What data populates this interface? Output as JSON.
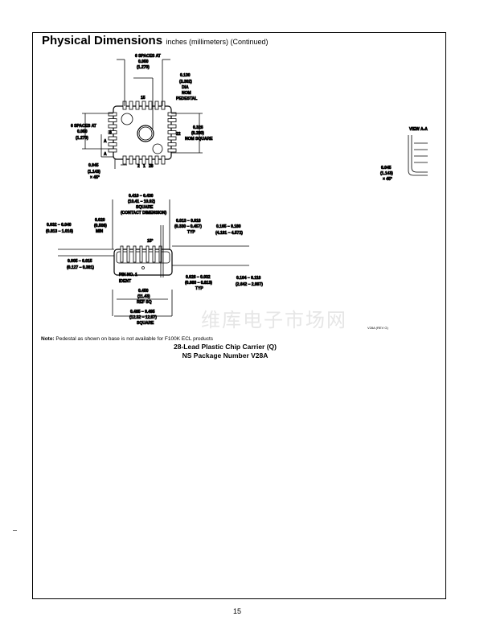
{
  "header": {
    "title": "Physical Dimensions",
    "subtitle": "inches (millimeters) (Continued)"
  },
  "top_view": {
    "spaces_top": [
      "6 SPACES AT",
      "0.050",
      "(1.270)"
    ],
    "pedestal": [
      "0.130",
      "(3.302)",
      "DIA",
      "NOM",
      "PEDESTAL"
    ],
    "spaces_left": [
      "6 SPACES AT",
      "0.050",
      "(1.270)"
    ],
    "nom_square": [
      "0.326",
      "(8.280)",
      "NOM SQUARE"
    ],
    "chamfer": [
      "0.045",
      "(1.143)",
      "× 45°"
    ],
    "pins": {
      "p15": "15",
      "p8": "8",
      "p22": "22",
      "p2": "2",
      "p1": "1",
      "p28": "28"
    },
    "section": "A"
  },
  "view_aa": {
    "label": "VIEW A-A",
    "chamfer": [
      "0.045",
      "(1.143)",
      "× 45°"
    ]
  },
  "side_view": {
    "contact": [
      "0.410 – 0.430",
      "(10.41 – 10.92)",
      "SQUARE",
      "(CONTACT DIMENSION)"
    ],
    "d1": [
      "0.032 – 0.040",
      "(0.813 – 1.016)"
    ],
    "d2": [
      "0.020",
      "(0.508)",
      "MIN"
    ],
    "d3": [
      "0.013 – 0.018",
      "(0.330 – 0.457)",
      "TYP"
    ],
    "d4": [
      "0.165 – 0.180",
      "(4.191 – 4.572)"
    ],
    "angle": "15°",
    "d5": [
      "0.005 – 0.015",
      "(0.127 – 0.381)"
    ],
    "pin_ident": [
      "PIN NO. 1",
      "IDENT"
    ],
    "d6": [
      "0.026 – 0.032",
      "(0.660 – 0.813)",
      "TYP"
    ],
    "d7": [
      "0.104 – 0.118",
      "(2.642 – 2.997)"
    ],
    "d8": [
      "0.450",
      "(11.43)",
      "REF SQ"
    ],
    "d9": [
      "0.485 – 0.495",
      "(12.32 – 12.57)",
      "SQUARE"
    ]
  },
  "rev": "V28A (REV G)",
  "note": {
    "label": "Note:",
    "text": "Pedestal as shown on base is not available for F100K ECL products"
  },
  "caption": {
    "line1": "28-Lead Plastic Chip Carrier (Q)",
    "line2": "NS Package Number V28A"
  },
  "watermark": "维库电子市场网",
  "page_number": "15"
}
